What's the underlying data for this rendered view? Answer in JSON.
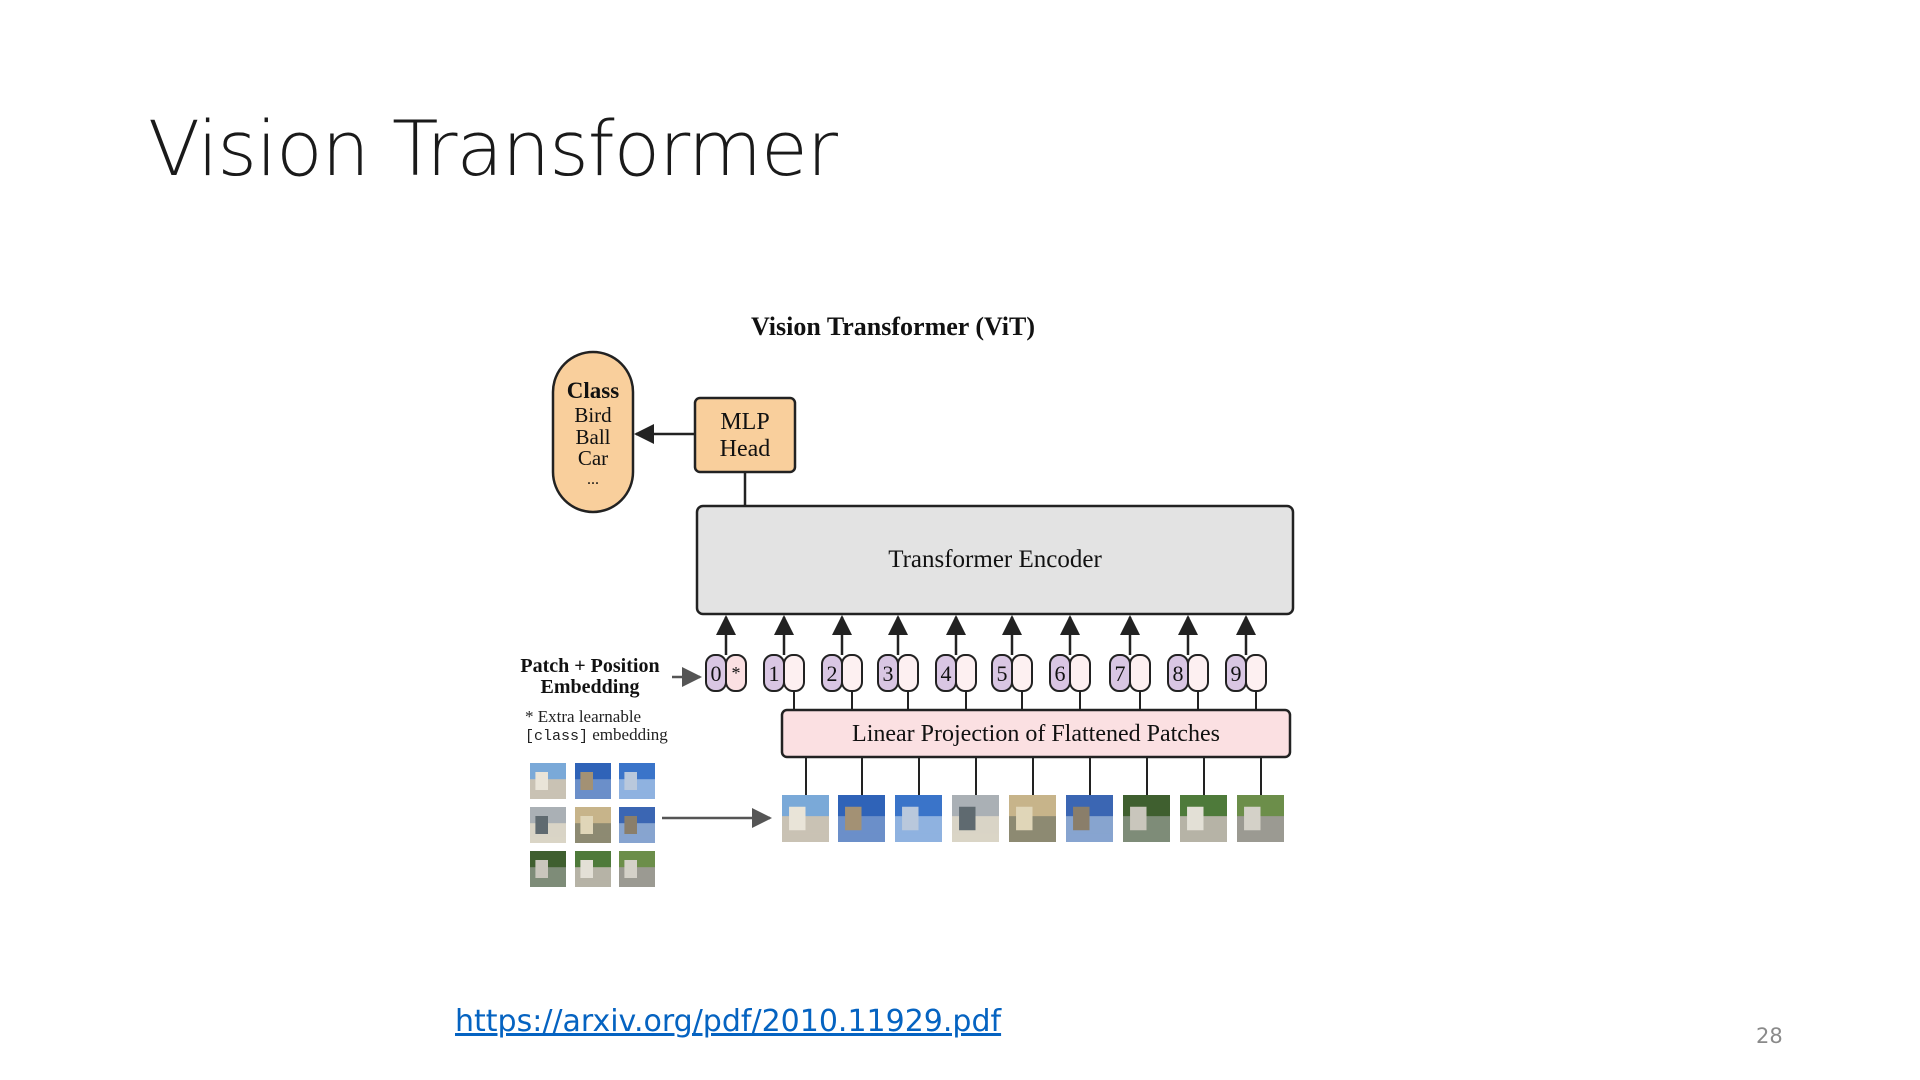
{
  "slide": {
    "title": "Vision Transformer",
    "link_text": "https://arxiv.org/pdf/2010.11929.pdf",
    "page_number": "28"
  },
  "figure": {
    "heading": "Vision Transformer (ViT)",
    "class_box": {
      "title": "Class",
      "items": [
        "Bird",
        "Ball",
        "Car",
        "..."
      ]
    },
    "mlp_head": {
      "line1": "MLP",
      "line2": "Head"
    },
    "encoder_label": "Transformer Encoder",
    "embedding_label": {
      "line1": "Patch + Position",
      "line2": "Embedding"
    },
    "note": {
      "line1": "* Extra learnable",
      "line2_code": "[class]",
      "line2_rest": " embedding"
    },
    "projection_label": "Linear Projection of Flattened Patches",
    "tokens": [
      "0",
      "1",
      "2",
      "3",
      "4",
      "5",
      "6",
      "7",
      "8",
      "9"
    ],
    "class_token_mark": "*"
  },
  "colors": {
    "class_fill": "#f9cf9c",
    "mlp_fill": "#f9cf9c",
    "encoder_fill": "#e3e3e3",
    "projection_fill": "#fbe0e2",
    "position_token_fill": "#d9c6e3",
    "patch_token_fill": "#fbe0e2",
    "link": "#0563c1"
  }
}
